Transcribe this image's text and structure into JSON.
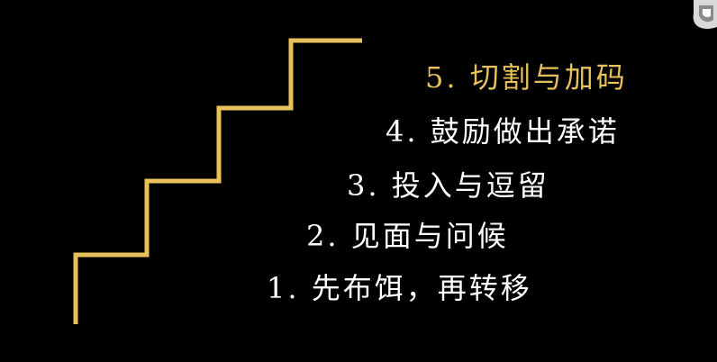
{
  "colors": {
    "background": "#000000",
    "staircase": "#e8c15a",
    "text": "#ffffff",
    "highlight": "#e8c15a"
  },
  "steps": [
    {
      "label": "1. 先布饵，再转移"
    },
    {
      "label": "2. 见面与问候"
    },
    {
      "label": "3. 投入与逗留"
    },
    {
      "label": "4. 鼓励做出承诺"
    },
    {
      "label": "5. 切割与加码"
    }
  ],
  "highlighted_step": 5,
  "logo": {
    "icon": "crest-logo-icon"
  }
}
